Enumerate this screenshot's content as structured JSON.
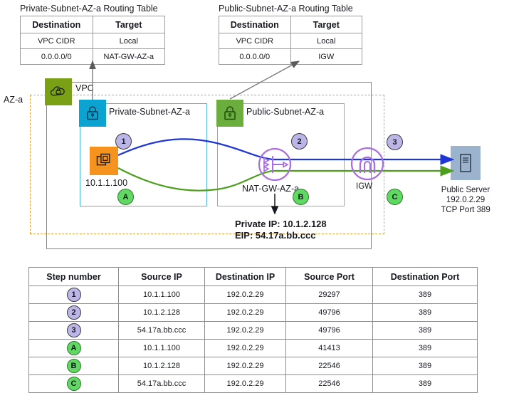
{
  "routing_tables": [
    {
      "title": "Private-Subnet-AZ-a Routing Table",
      "headers": [
        "Destination",
        "Target"
      ],
      "rows": [
        [
          "VPC CIDR",
          "Local"
        ],
        [
          "0.0.0.0/0",
          "NAT-GW-AZ-a"
        ]
      ]
    },
    {
      "title": "Public-Subnet-AZ-a Routing Table",
      "headers": [
        "Destination",
        "Target"
      ],
      "rows": [
        [
          "VPC CIDR",
          "Local"
        ],
        [
          "0.0.0.0/0",
          "IGW"
        ]
      ]
    }
  ],
  "diagram": {
    "az_label": "AZ-a",
    "vpc_label": "VPC",
    "private_subnet_label": "Private-Subnet-AZ-a",
    "public_subnet_label": "Public-Subnet-AZ-a",
    "instance_ip": "10.1.1.100",
    "nat_gw_label": "NAT-GW-AZ-a",
    "igw_label": "IGW",
    "nat_private_ip": "Private IP: 10.1.2.128",
    "nat_eip": "EIP: 54.17a.bb.ccc",
    "server_name": "Public Server",
    "server_ip": "192.0.2.29",
    "server_port": "TCP Port 389",
    "badges": {
      "step1": "1",
      "step2": "2",
      "step3": "3",
      "stepA": "A",
      "stepB": "B",
      "stepC": "C"
    }
  },
  "flow_table": {
    "headers": [
      "Step number",
      "Source IP",
      "Destination IP",
      "Source Port",
      "Destination Port"
    ],
    "rows": [
      {
        "step": "1",
        "kind": "num",
        "source_ip": "10.1.1.100",
        "dest_ip": "192.0.2.29",
        "source_port": "29297",
        "dest_port": "389"
      },
      {
        "step": "2",
        "kind": "num",
        "source_ip": "10.1.2.128",
        "dest_ip": "192.0.2.29",
        "source_port": "49796",
        "dest_port": "389"
      },
      {
        "step": "3",
        "kind": "num",
        "source_ip": "54.17a.bb.ccc",
        "dest_ip": "192.0.2.29",
        "source_port": "49796",
        "dest_port": "389"
      },
      {
        "step": "A",
        "kind": "ltr",
        "source_ip": "10.1.1.100",
        "dest_ip": "192.0.2.29",
        "source_port": "41413",
        "dest_port": "389"
      },
      {
        "step": "B",
        "kind": "ltr",
        "source_ip": "10.1.2.128",
        "dest_ip": "192.0.2.29",
        "source_port": "22546",
        "dest_port": "389"
      },
      {
        "step": "C",
        "kind": "ltr",
        "source_ip": "54.17a.bb.ccc",
        "dest_ip": "192.0.2.29",
        "source_port": "22546",
        "dest_port": "389"
      }
    ]
  },
  "colors": {
    "vpc_green": "#7aa116",
    "az_orange": "#ed9c3a",
    "private_blue": "#4ab5dd",
    "public_green": "#8bc34a",
    "ec2_orange": "#f6921e",
    "outbound_blue": "#1f35d8",
    "return_green": "#4f9f1f",
    "gateway_purple": "#a96fe0",
    "badge_purple": "#bcb6e8",
    "badge_green": "#61d863"
  }
}
